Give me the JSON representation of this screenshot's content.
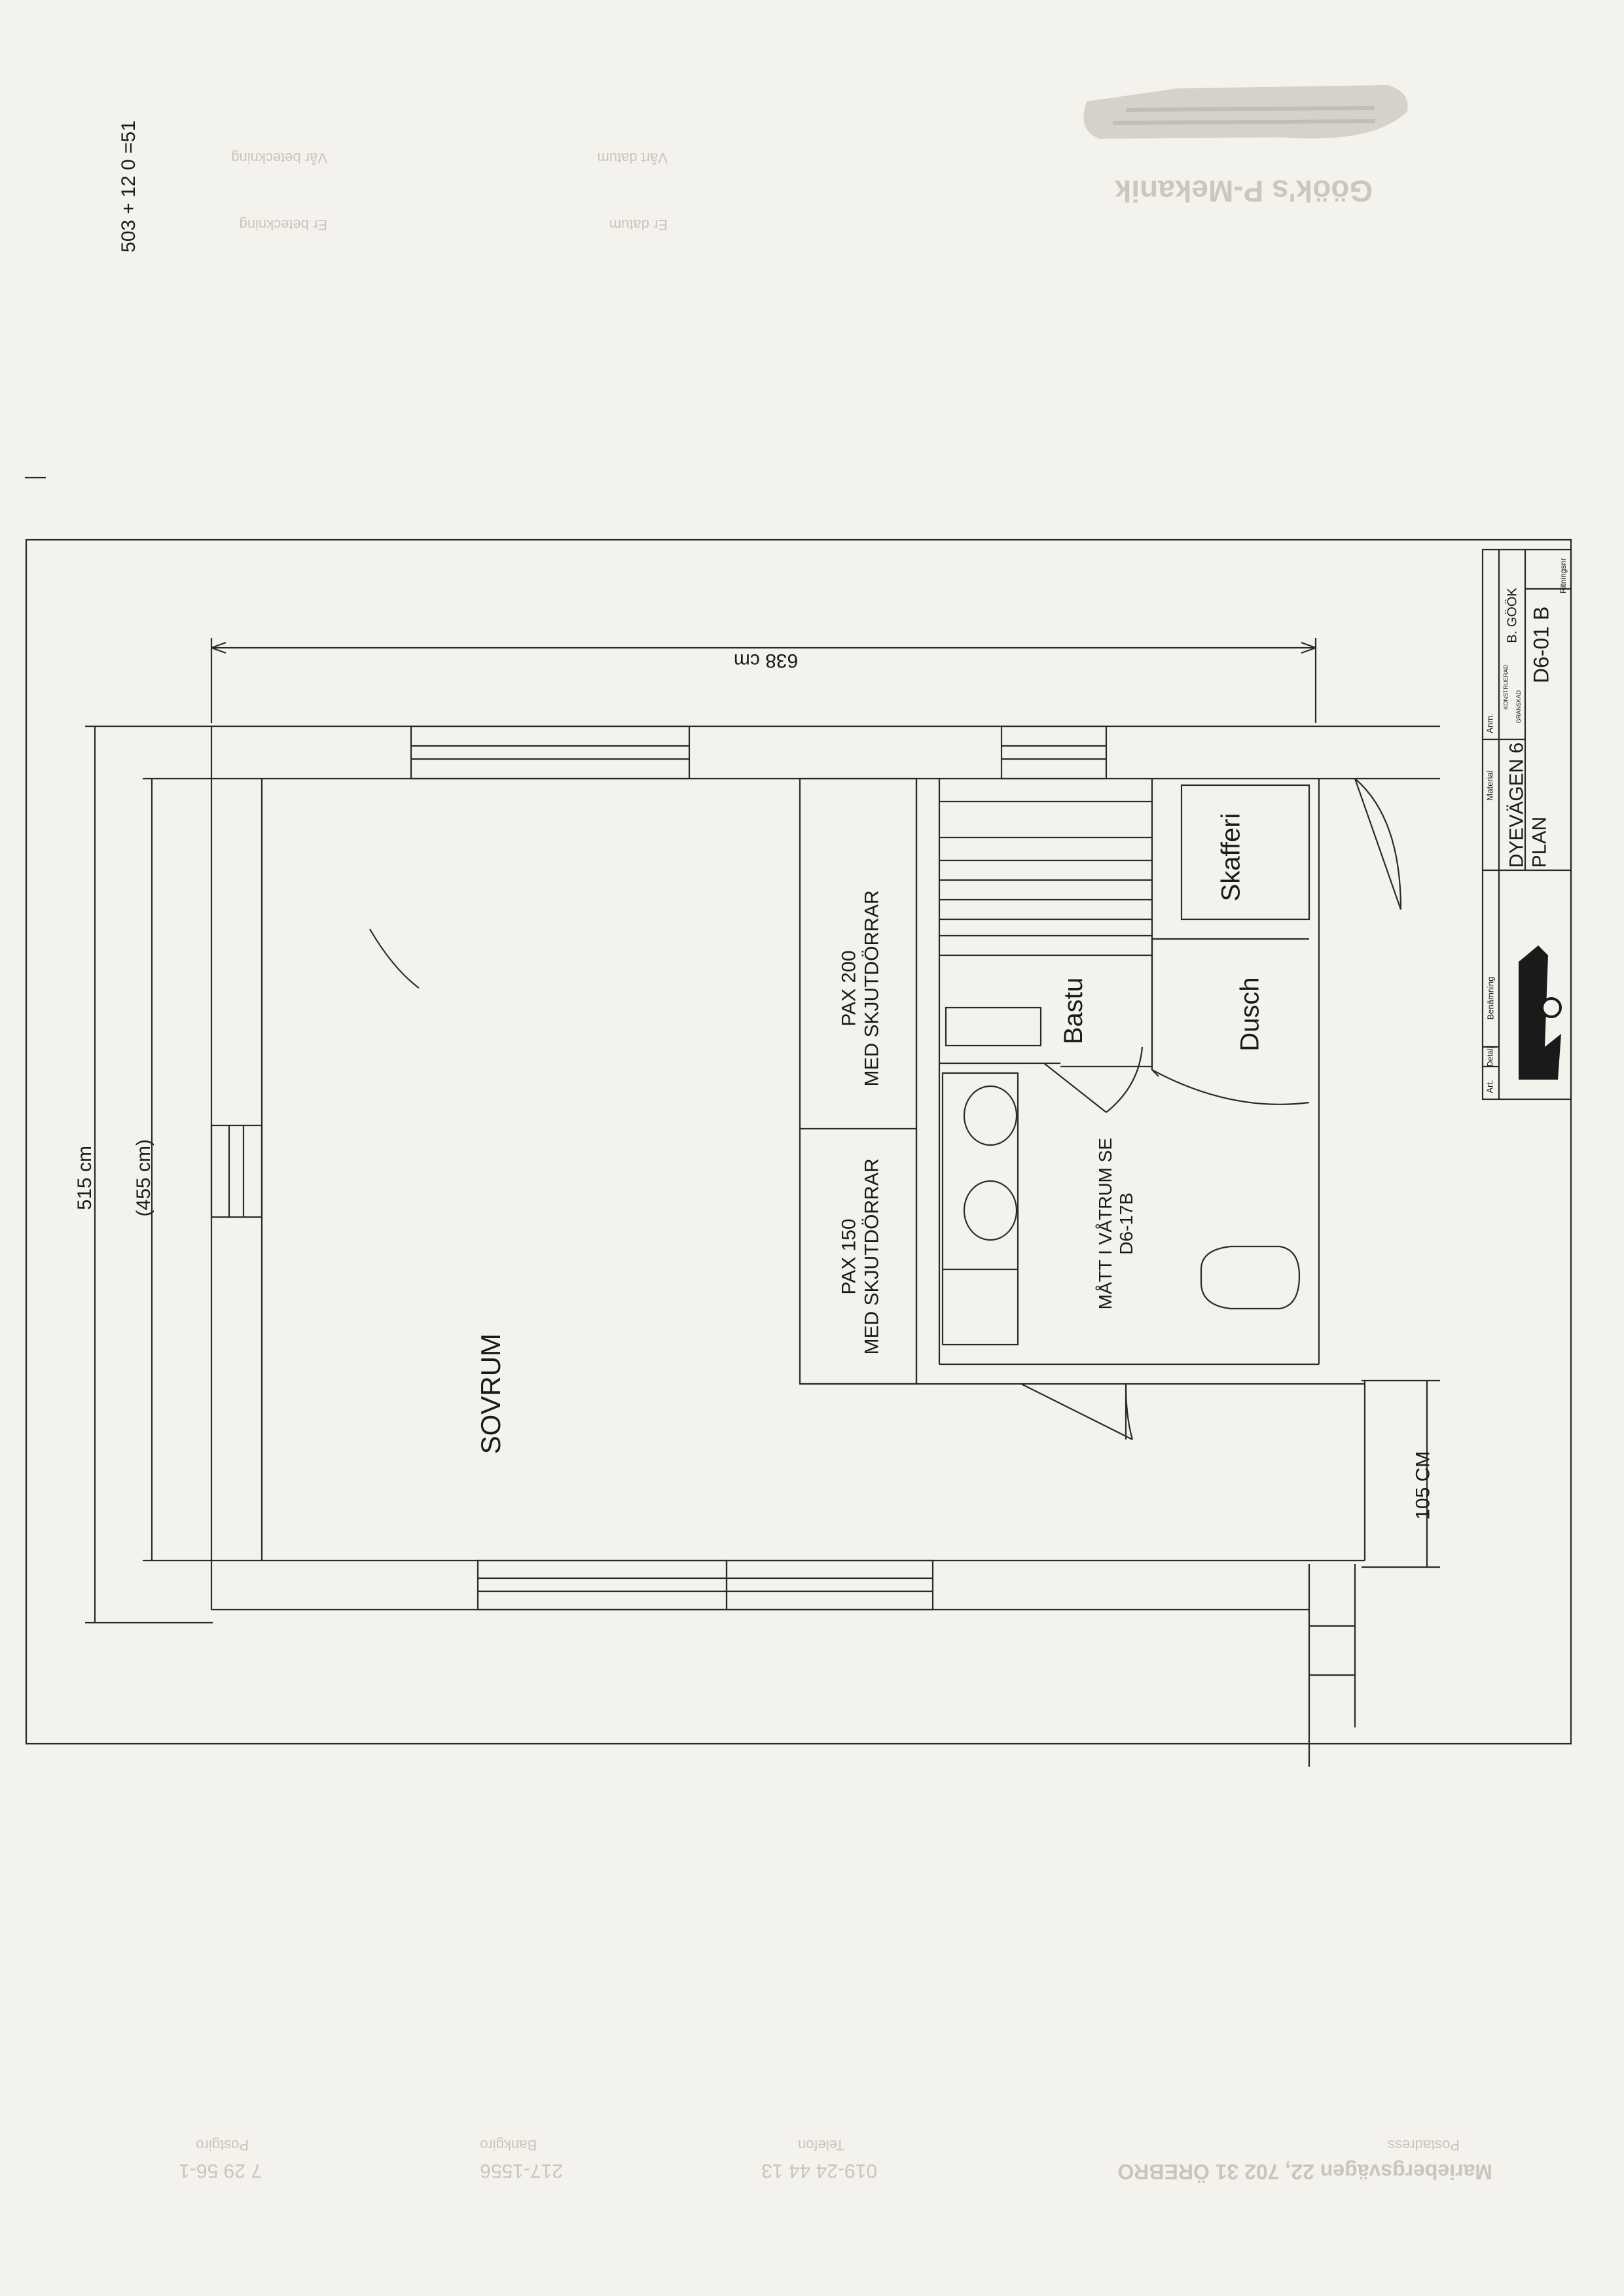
{
  "calc_note": "503 + 12 0 =51",
  "letterhead": {
    "company": "Göök's P-Mekanik",
    "var_beteckning": "Vår beteckning",
    "var_datum": "Vårt datum",
    "er_beteckning": "Er beteckning",
    "er_datum": "Er datum"
  },
  "footer": {
    "postadress_label": "Postadress",
    "postadress_value": "Mariebergsvägen 22, 702 31 ÖREBRO",
    "telefon_label": "Telefon",
    "telefon_value": "019-24 44 13",
    "bankgiro_label": "Bankgiro",
    "bankgiro_value": "217-1556",
    "postgiro_label": "Postgiro",
    "postgiro_value": "7 29 56-1"
  },
  "dimensions": {
    "width": "638 cm",
    "outer": "515 cm",
    "inner": "(455 cm)",
    "side": "105 CM"
  },
  "rooms": {
    "sovrum": "SOVRUM",
    "pax200_line1": "PAX 200",
    "pax200_line2": "MED SKJUTDÖRRAR",
    "pax150_line1": "PAX 150",
    "pax150_line2": "MED SKJUTDÖRRAR",
    "bastu": "Bastu",
    "dusch": "Dusch",
    "skafferi": "Skafferi",
    "vatrum_line1": "MÅTT I VÅTRUM SE",
    "vatrum_line2": "D6-17B"
  },
  "title_block": {
    "art": "Art.",
    "detalj": "Detalj",
    "benamning": "Benämning",
    "material": "Material",
    "anm": "Anm.",
    "konstruerad_label": "KONSTRUERAD",
    "konstruerad_value": "B. GÖÖK",
    "granskad_label": "GRANSKAD",
    "project_line1": "DYEVÄGEN 6",
    "project_line2": "PLAN",
    "drawing_number": "D6-01 B",
    "ritning_label": "Ritningsnr"
  }
}
